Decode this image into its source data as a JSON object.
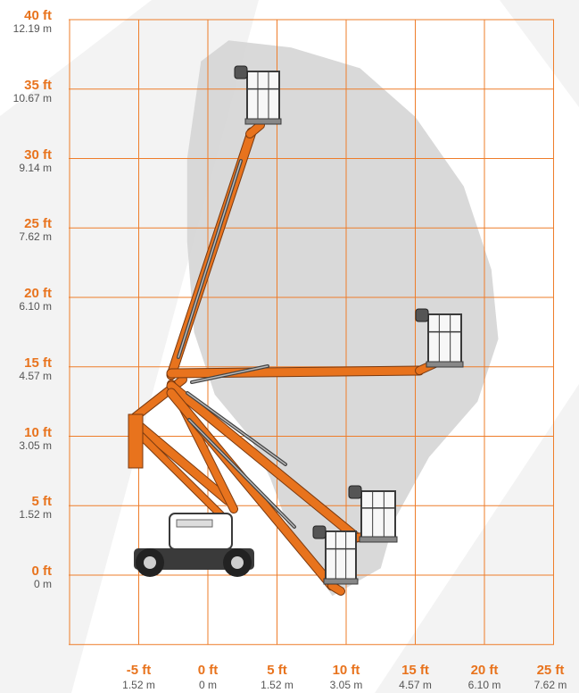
{
  "colors": {
    "grid": "#ee7d2a",
    "label_ft": "#e8731d",
    "label_m": "#555555",
    "envelope": "#d2d2d2",
    "machine_orange": "#e8731d",
    "machine_dark": "#3a3a3a",
    "background_wedge": "#f3f3f3"
  },
  "chart_data": {
    "type": "working-range-diagram",
    "x_axis": {
      "range_ft": [
        -10,
        25
      ],
      "ticks": [
        {
          "ft": "-5 ft",
          "m": "1.52 m",
          "value": -5
        },
        {
          "ft": "0 ft",
          "m": "0 m",
          "value": 0
        },
        {
          "ft": "5 ft",
          "m": "1.52 m",
          "value": 5
        },
        {
          "ft": "10 ft",
          "m": "3.05 m",
          "value": 10
        },
        {
          "ft": "15 ft",
          "m": "4.57 m",
          "value": 15
        },
        {
          "ft": "20 ft",
          "m": "6.10 m",
          "value": 20
        },
        {
          "ft": "25 ft",
          "m": "7.62 m",
          "value": 25
        }
      ]
    },
    "y_axis": {
      "range_ft": [
        -5,
        40
      ],
      "ticks": [
        {
          "ft": "40 ft",
          "m": "12.19 m",
          "value": 40
        },
        {
          "ft": "35 ft",
          "m": "10.67 m",
          "value": 35
        },
        {
          "ft": "30 ft",
          "m": "9.14 m",
          "value": 30
        },
        {
          "ft": "25 ft",
          "m": "7.62 m",
          "value": 25
        },
        {
          "ft": "20 ft",
          "m": "6.10 m",
          "value": 20
        },
        {
          "ft": "15 ft",
          "m": "4.57 m",
          "value": 15
        },
        {
          "ft": "10 ft",
          "m": "3.05 m",
          "value": 10
        },
        {
          "ft": "5 ft",
          "m": "1.52 m",
          "value": 5
        },
        {
          "ft": "0 ft",
          "m": "0 m",
          "value": 0
        }
      ]
    },
    "platform_positions_ft": [
      {
        "pos": "max height",
        "x": 4.5,
        "y": 35
      },
      {
        "pos": "max outreach",
        "x": 16.8,
        "y": 16.5
      },
      {
        "pos": "mid low",
        "x": 12.3,
        "y": 5
      },
      {
        "pos": "below grade",
        "x": 10.3,
        "y": 1
      }
    ],
    "envelope_ft": [
      [
        -1.5,
        30
      ],
      [
        -0.5,
        37
      ],
      [
        1.5,
        38.5
      ],
      [
        6,
        38
      ],
      [
        11,
        36.5
      ],
      [
        15,
        33
      ],
      [
        18.5,
        28
      ],
      [
        20.5,
        22
      ],
      [
        21,
        17
      ],
      [
        19.5,
        12.5
      ],
      [
        16,
        8.5
      ],
      [
        13.5,
        4
      ],
      [
        12.5,
        0.5
      ],
      [
        9,
        -1.5
      ],
      [
        6,
        3
      ],
      [
        4.5,
        7
      ],
      [
        3,
        10
      ],
      [
        0.5,
        13
      ],
      [
        -1,
        17.5
      ],
      [
        -1.5,
        24
      ]
    ]
  }
}
